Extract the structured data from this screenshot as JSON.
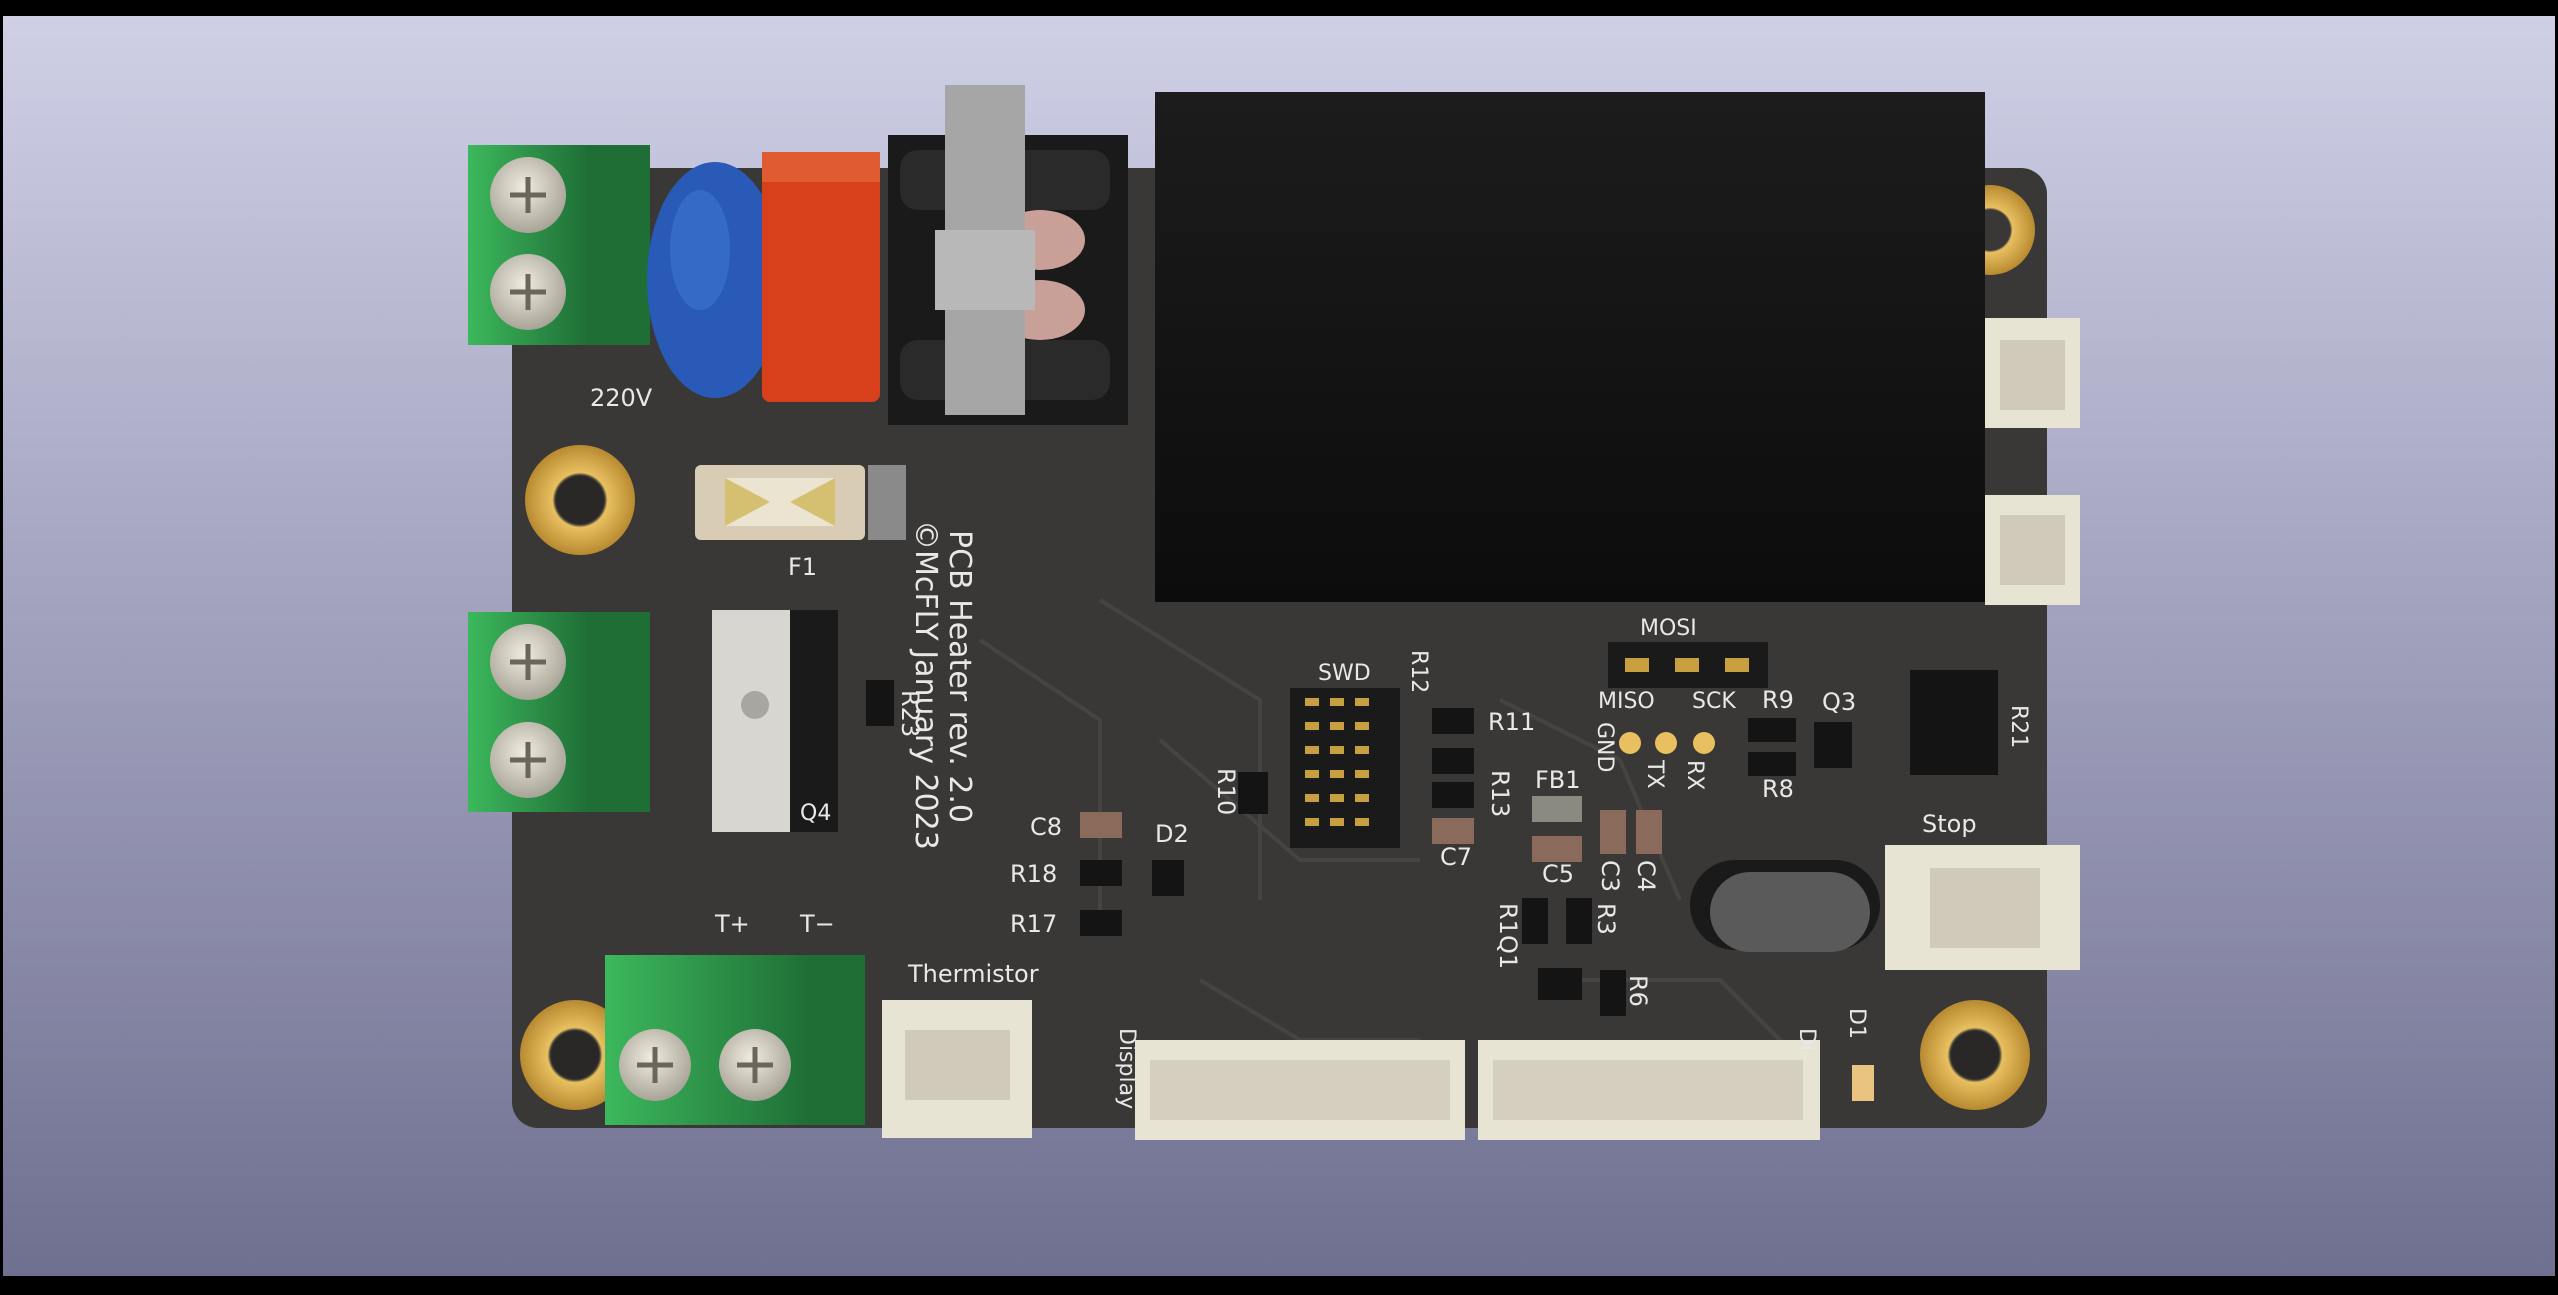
{
  "board": {
    "title_line1": "PCB Heater rev. 2.0",
    "title_line2": "©McFLY January 2023"
  },
  "colors": {
    "background_top": "#cfcfe6",
    "background_bottom": "#6f7090",
    "pcb": "#3a3836",
    "terminal_green": "#2e9a4c",
    "mounting_hole_gold": "#c8a040",
    "ssr_black": "#141414",
    "capacitor_red": "#d8401c",
    "capacitor_blue": "#2a5ab8"
  },
  "labels": {
    "ac_input": "220V",
    "fuse": "F1",
    "r23": "R23",
    "q4": "Q4",
    "therm_plus": "T+",
    "therm_minus": "T−",
    "thermistor": "Thermistor",
    "display_left": "Display",
    "display_right": "Di",
    "swd": "SWD",
    "r12": "R12",
    "r11": "R11",
    "r13": "R13",
    "r10": "R10",
    "c7": "C7",
    "c8": "C8",
    "r18": "R18",
    "r17": "R17",
    "d2": "D2",
    "fb1": "FB1",
    "c5": "C5",
    "c3": "C3",
    "c4": "C4",
    "mosi": "MOSI",
    "miso": "MISO",
    "sck": "SCK",
    "gnd": "GND",
    "tx": "TX",
    "rx": "RX",
    "r9": "R9",
    "r8": "R8",
    "q3": "Q3",
    "r21": "R21",
    "stop": "Stop",
    "r1": "R1",
    "q1": "Q1",
    "r3": "R3",
    "r6": "R6",
    "d1": "D1"
  }
}
